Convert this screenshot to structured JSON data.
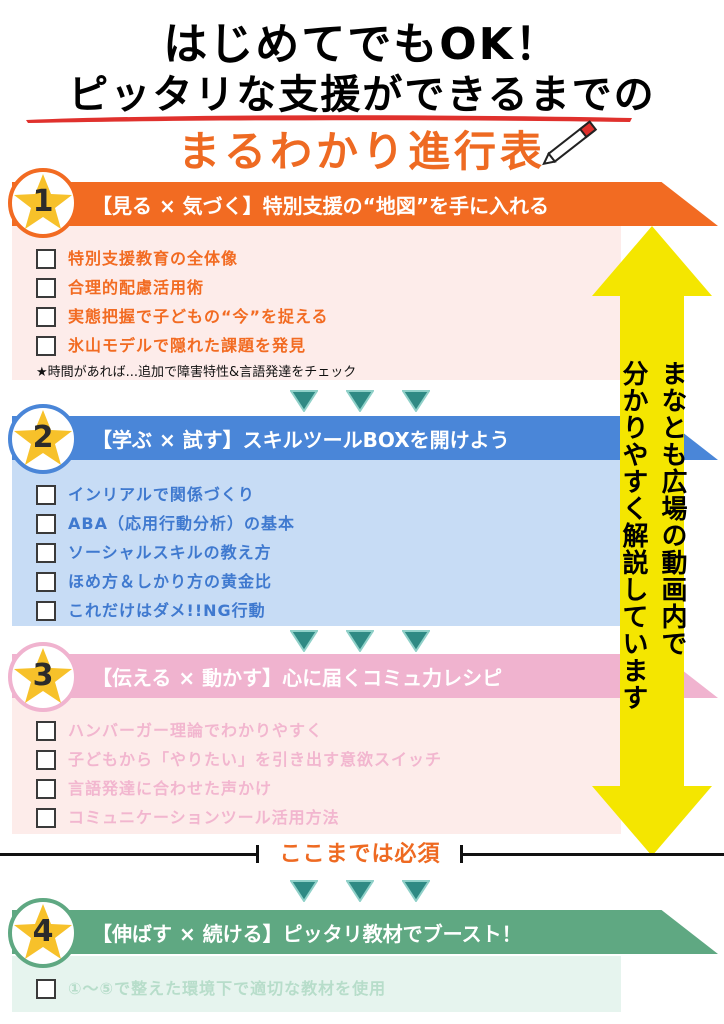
{
  "header": {
    "line1": "はじめてでもOK！",
    "line2": "ピッタリな支援ができるまでの",
    "line3": "まるわかり進行表"
  },
  "sections": [
    {
      "number": "1",
      "title": "【見る × 気づく】特別支援の“地図”を手に入れる",
      "color": "#f26b22",
      "items": [
        "特別支援教育の全体像",
        "合理的配慮活用術",
        "実態把握で子どもの“今”を捉える",
        "氷山モデルで隠れた課題を発見"
      ],
      "note": "★時間があれば...追加で障害特性&言語発達をチェック"
    },
    {
      "number": "2",
      "title": "【学ぶ × 試す】スキルツールBOXを開けよう",
      "color": "#4a86d8",
      "items": [
        "インリアルで関係づくり",
        "ABA（応用行動分析）の基本",
        "ソーシャルスキルの教え方",
        "ほめ方＆しかり方の黄金比",
        "これだけはダメ!!NG行動"
      ]
    },
    {
      "number": "3",
      "title": "【伝える × 動かす】心に届くコミュ力レシピ",
      "color": "#f0b3cf",
      "items": [
        "ハンバーガー理論でわかりやすく",
        "子どもから「やりたい」を引き出す意欲スイッチ",
        "言語発達に合わせた声かけ",
        "コミュニケーションツール活用方法"
      ]
    },
    {
      "number": "4",
      "title": "【伸ばす × 続ける】ピッタリ教材でブースト！",
      "color": "#5fa882",
      "items": [
        "①～⑤で整えた環境下で適切な教材を使用"
      ]
    }
  ],
  "side_note": {
    "col1": "まなとも広場の動画内で",
    "col2": "分かりやすく解説しています"
  },
  "divider": "ここまでは必須",
  "colors": {
    "orange": "#ee6a22",
    "yellow": "#f4e600",
    "star": "#f7c12a",
    "arrow_teal": "#2f8a84"
  },
  "icons": [
    "star-icon",
    "checkbox-icon",
    "down-triangle-icon",
    "pen-icon",
    "double-arrow-icon"
  ]
}
